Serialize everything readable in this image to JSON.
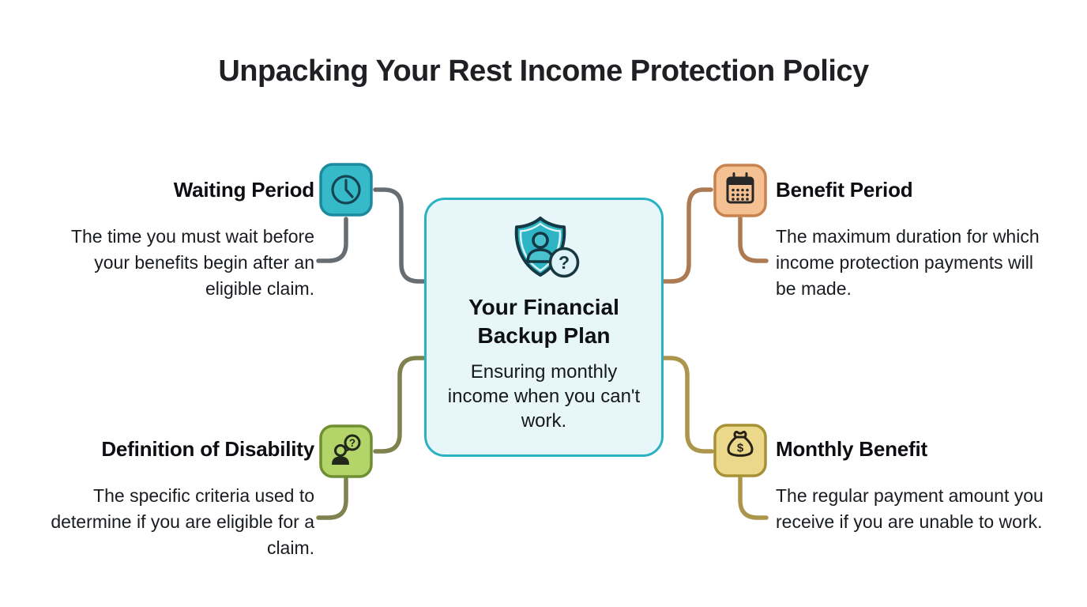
{
  "title": "Unpacking Your Rest Income Protection Policy",
  "center": {
    "heading": "Your Financial Backup Plan",
    "subtitle": "Ensuring monthly income when you can't work.",
    "icon": "shield-person-question-icon",
    "badge_glyph": "?",
    "background": "#e6f6f9",
    "border_color": "#2ab2c3",
    "shield_fill": "#2db5c6"
  },
  "nodes": [
    {
      "id": "waiting-period",
      "position": "top-left",
      "label": "Waiting Period",
      "description": "The time you must wait before your benefits begin after an eligible claim.",
      "icon": "clock-icon",
      "tile_fill": "#36b9c9",
      "tile_border": "#1b8a9c",
      "connector_color": "#686d72"
    },
    {
      "id": "benefit-period",
      "position": "top-right",
      "label": "Benefit Period",
      "description": "The maximum duration for which income protection payments will be made.",
      "icon": "calendar-icon",
      "tile_fill": "#f5c193",
      "tile_border": "#c8824d",
      "connector_color": "#ae7a51"
    },
    {
      "id": "definition-of-disability",
      "position": "bottom-left",
      "label": "Definition of Disability",
      "description": "The specific criteria used to determine if you are eligible for a claim.",
      "icon": "person-question-icon",
      "icon_glyph": "?",
      "tile_fill": "#b2d468",
      "tile_border": "#6f8f33",
      "connector_color": "#7f814f"
    },
    {
      "id": "monthly-benefit",
      "position": "bottom-right",
      "label": "Monthly Benefit",
      "description": "The regular payment amount you receive if you are unable to work.",
      "icon": "money-bag-icon",
      "icon_glyph": "$",
      "tile_fill": "#ebd88b",
      "tile_border": "#a89135",
      "connector_color": "#ab964c"
    }
  ]
}
